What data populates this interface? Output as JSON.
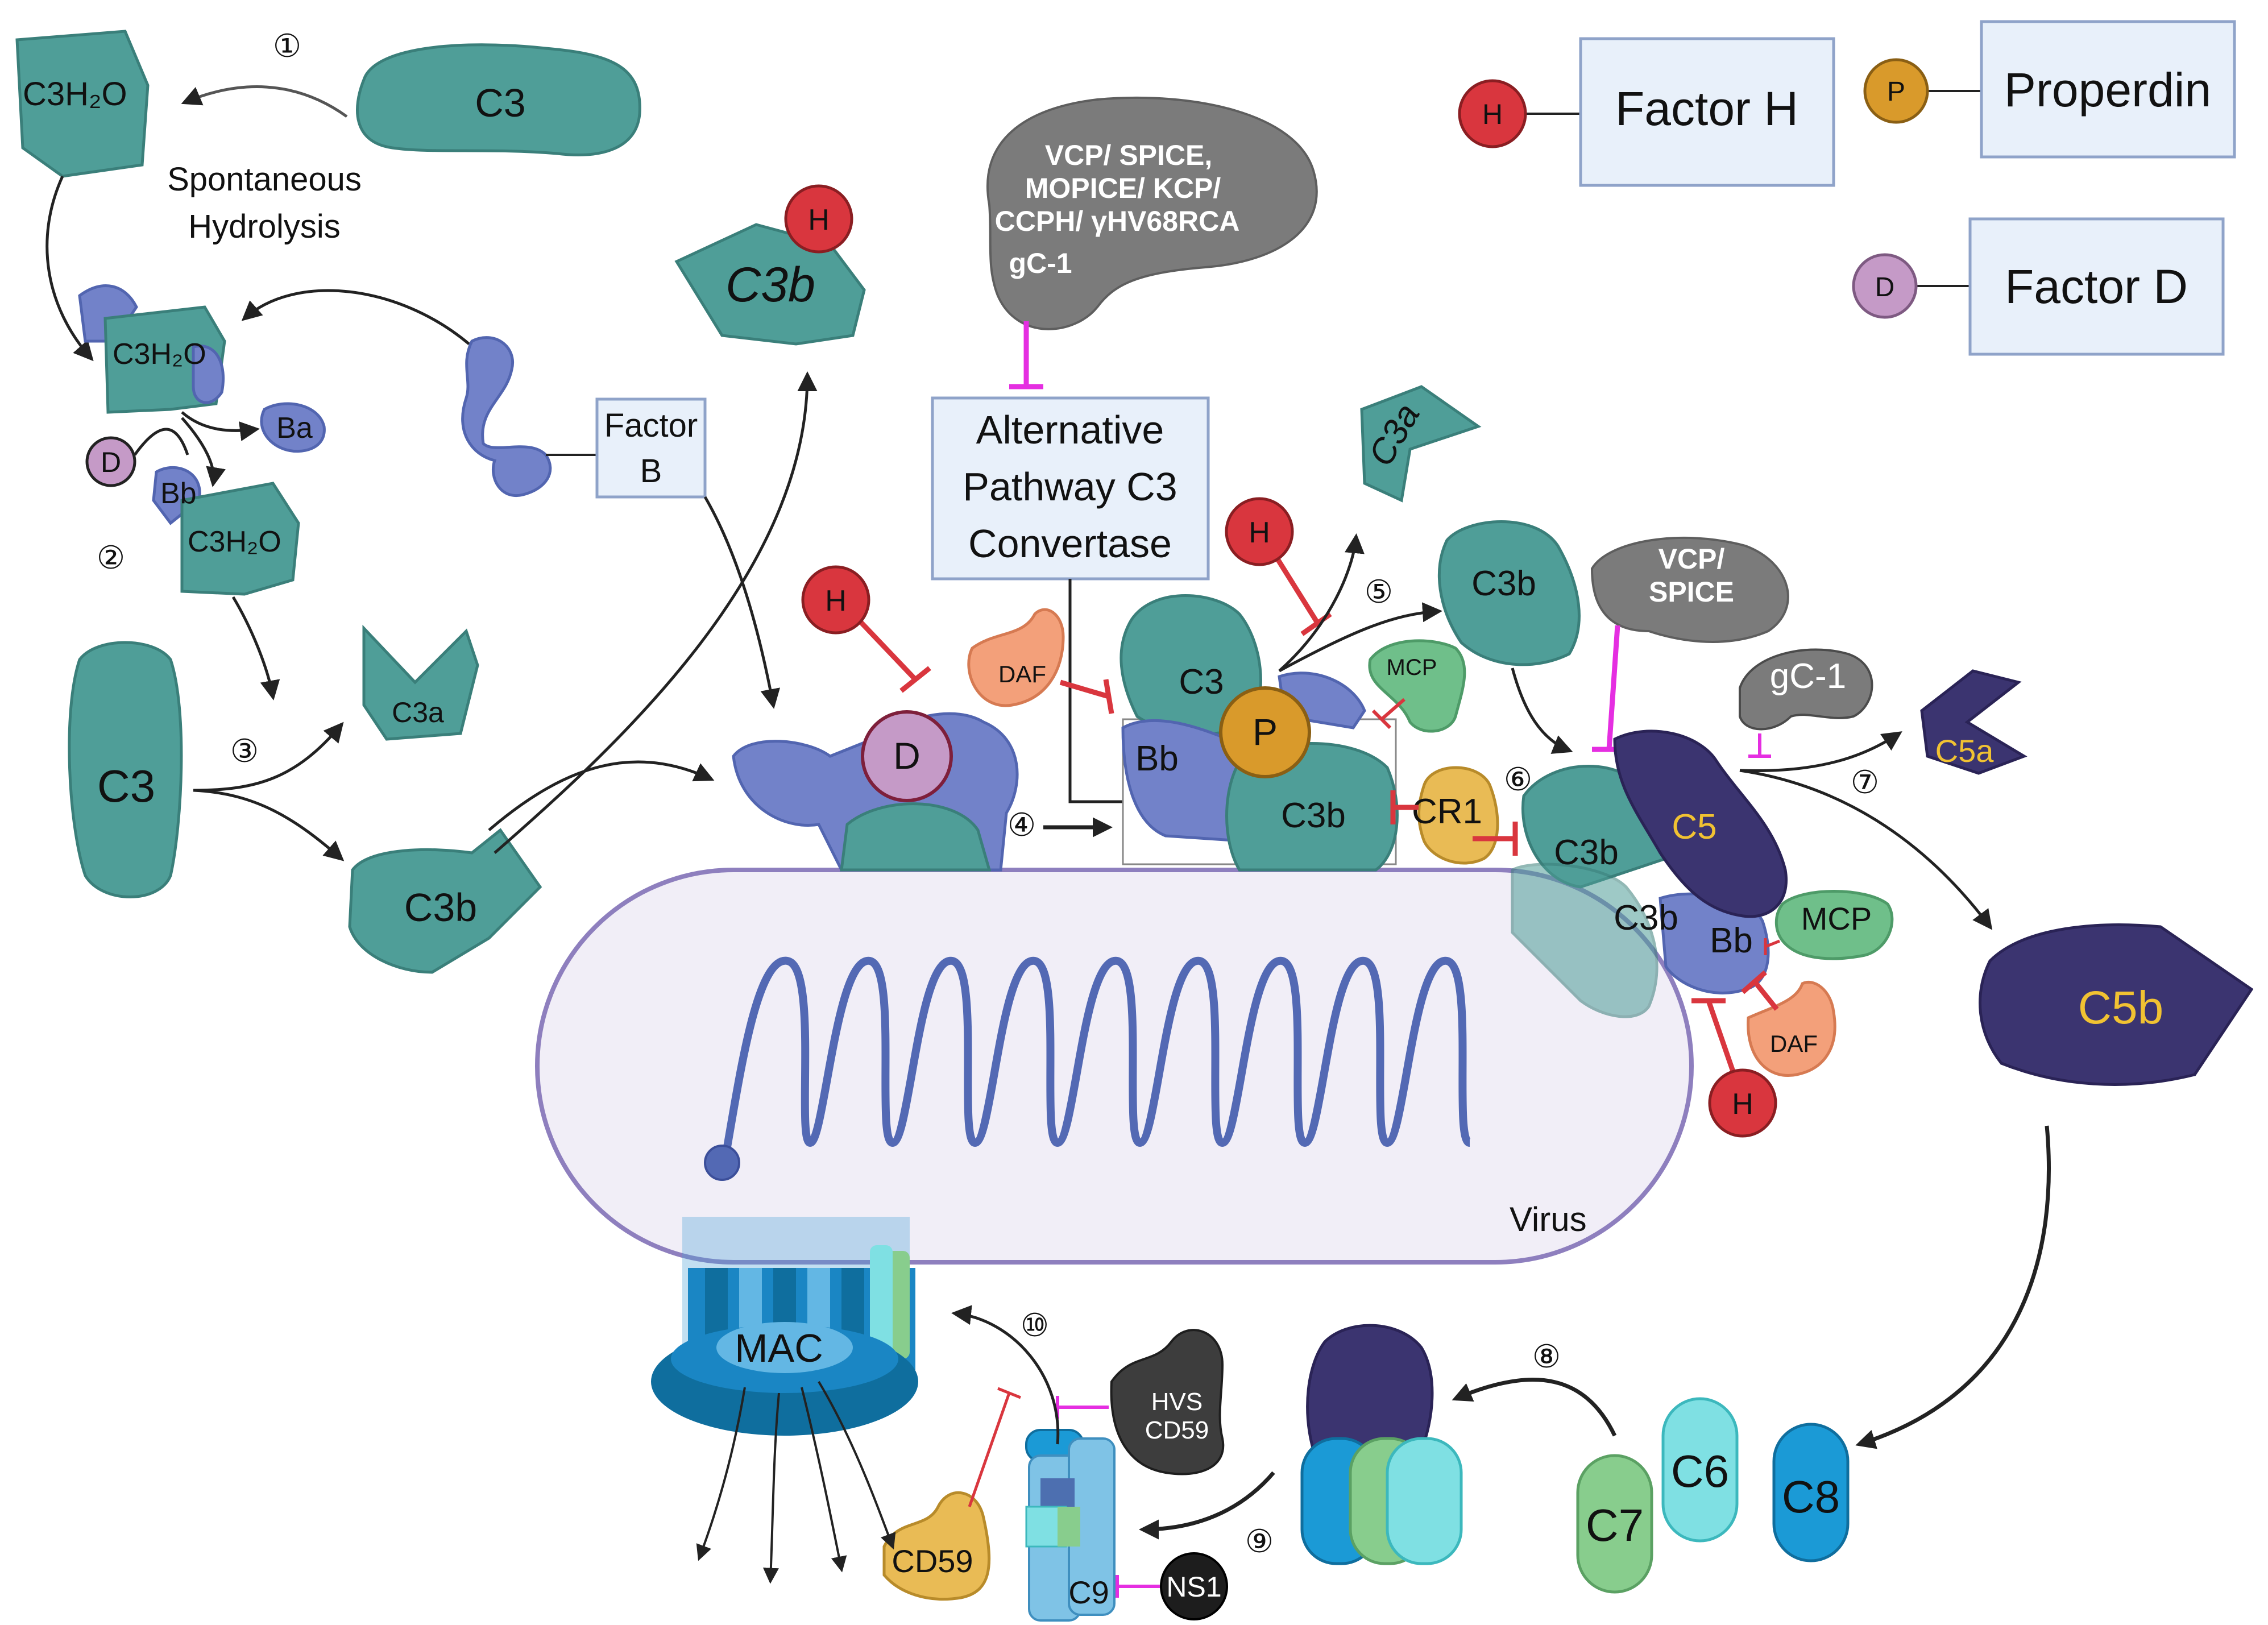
{
  "colors": {
    "teal": "#4f9e98",
    "teal_dark": "#3a7f7a",
    "blue_protein": "#7282c9",
    "blue_dark": "#5265b0",
    "navy": "#3b3470",
    "gray": "#7b7b7b",
    "gray_dark": "#4b4b4b",
    "red": "#d9363e",
    "magenta": "#e52ee1",
    "orange": "#f3a07a",
    "yellow": "#e9bb55",
    "green": "#6fbf8a",
    "purple_light": "#c7a0d6",
    "mauve": "#c59ac7",
    "box_fill": "#e8f0fa",
    "box_stroke": "#8fa3c9",
    "virus_fill": "#f1eef7",
    "virus_stroke": "#8e7fbe",
    "helix": "#5369b4",
    "mac_blue": "#1a86c4"
  },
  "legend": {
    "factor_h": {
      "symbol": "H",
      "label": "Factor H"
    },
    "properdin": {
      "symbol": "P",
      "label": "Properdin"
    },
    "factor_d": {
      "symbol": "D",
      "label": "Factor D"
    }
  },
  "steps": [
    "1",
    "2",
    "3",
    "4",
    "5",
    "6",
    "7",
    "8",
    "9",
    "10"
  ],
  "molecules": {
    "c3_top": "C3",
    "c3h2o_top": "C3H₂O",
    "spontaneous_hydrolysis_1": "Spontaneous",
    "spontaneous_hydrolysis_2": "Hydrolysis",
    "c3h2o_mid": "C3H₂O",
    "ba": "Ba",
    "d_small": "D",
    "bb_small": "Bb",
    "c3h2o_bottom": "C3H₂O",
    "factor_b_1": "Factor",
    "factor_b_2": "B",
    "c3_left": "C3",
    "c3a_left": "C3a",
    "c3b_left": "C3b",
    "c3b_top": "C3b",
    "h_on_c3b": "H",
    "viral_cluster_1": "VCP/ SPICE,",
    "viral_cluster_2": "MOPICE/ KCP/",
    "viral_cluster_3": "CCPH/ γHV68RCA",
    "viral_cluster_4": "gC-1",
    "ap_convertase_1": "Alternative",
    "ap_convertase_2": "Pathway C3",
    "ap_convertase_3": "Convertase",
    "c3a_right": "C3a",
    "h_conv": "H",
    "h_d": "H",
    "d_big": "D",
    "daf_conv": "DAF",
    "c3_conv": "C3",
    "p_conv": "P",
    "bb_conv": "Bb",
    "c3b_conv": "C3b",
    "mcp_conv": "MCP",
    "cr1": "CR1",
    "c3b_right": "C3b",
    "vcp_spice_1": "VCP/",
    "vcp_spice_2": "SPICE",
    "gc1": "gC-1",
    "c5a": "C5a",
    "c5": "C5",
    "c3b_c5a": "C3b",
    "c3b_c5b": "C3b",
    "bb_c5": "Bb",
    "mcp_c5": "MCP",
    "daf_c5": "DAF",
    "h_c5": "H",
    "c5b": "C5b",
    "virus": "Virus",
    "mac": "MAC",
    "hvs_cd59_1": "HVS",
    "hvs_cd59_2": "CD59",
    "cd59": "CD59",
    "c9": "C9",
    "ns1": "NS1",
    "c7": "C7",
    "c6": "C6",
    "c8": "C8"
  }
}
